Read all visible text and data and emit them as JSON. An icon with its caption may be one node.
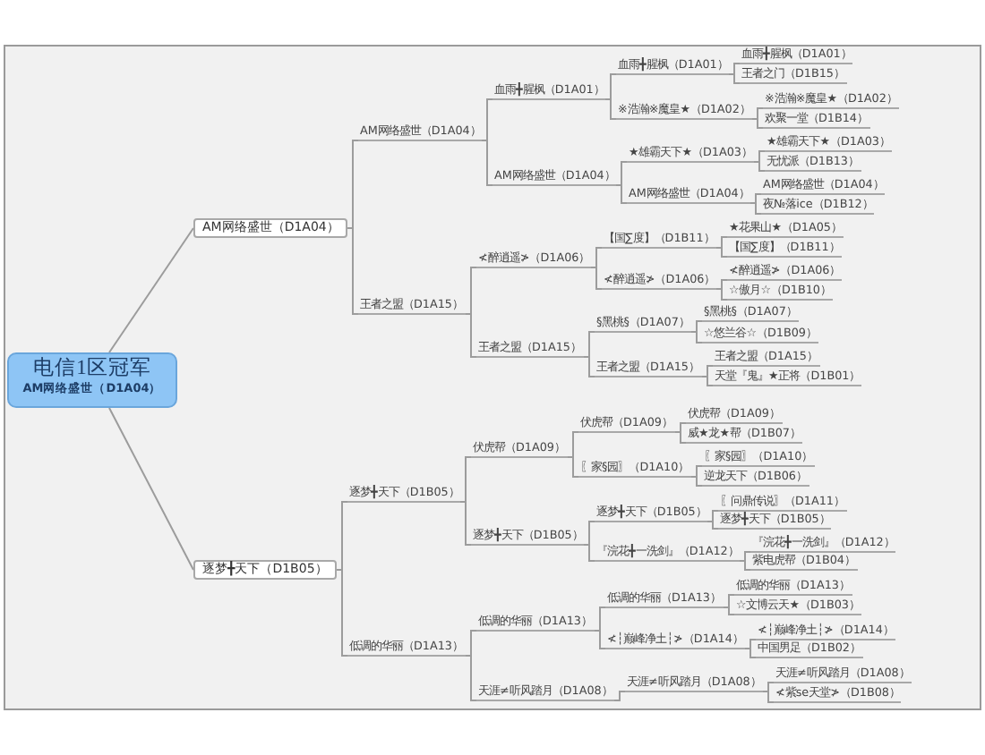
{
  "diagram": {
    "nodes": [
      {
        "text": [
          "电信1区冠军",
          "AM网络盛世（D1A04）"
        ]
      },
      {
        "text": [
          "AM网络盛世（D1A04）"
        ]
      },
      {
        "text": [
          "逐梦╋天下（D1B05）"
        ]
      },
      {
        "text": [
          "AM网络盛世（D1A04）"
        ]
      },
      {
        "text": [
          "王者之盟（D1A15）"
        ]
      },
      {
        "text": [
          "血雨╋腥枫（D1A01）"
        ]
      },
      {
        "text": [
          "AM网络盛世（D1A04）"
        ]
      },
      {
        "text": [
          "血雨╋腥枫（D1A01）"
        ]
      },
      {
        "text": [
          "※浩瀚※魔皇★（D1A02）"
        ]
      },
      {
        "text": [
          "血雨╋腥枫（D1A01）"
        ]
      },
      {
        "text": [
          "王者之门（D1B15）"
        ]
      },
      {
        "text": [
          "※浩瀚※魔皇★（D1A02）"
        ]
      },
      {
        "text": [
          "欢聚一堂（D1B14）"
        ]
      },
      {
        "text": [
          "★雄霸天下★（D1A03）"
        ]
      },
      {
        "text": [
          "AM网络盛世（D1A04）"
        ]
      },
      {
        "text": [
          "★雄霸天下★（D1A03）"
        ]
      },
      {
        "text": [
          "无忧派（D1B13）"
        ]
      },
      {
        "text": [
          "AM网络盛世（D1A04）"
        ]
      },
      {
        "text": [
          "夜№落ice（D1B12）"
        ]
      },
      {
        "text": [
          "≮醉逍遥≯（D1A06）"
        ]
      },
      {
        "text": [
          "王者之盟（D1A15）"
        ]
      },
      {
        "text": [
          "【国∑度】（D1B11）"
        ]
      },
      {
        "text": [
          "≮醉逍遥≯（D1A06）"
        ]
      },
      {
        "text": [
          "★花果山★（D1A05）"
        ]
      },
      {
        "text": [
          "【国∑度】（D1B11）"
        ]
      },
      {
        "text": [
          "≮醉逍遥≯（D1A06）"
        ]
      },
      {
        "text": [
          "☆傲月☆（D1B10）"
        ]
      },
      {
        "text": [
          "§黑桃§（D1A07）"
        ]
      },
      {
        "text": [
          "王者之盟（D1A15）"
        ]
      },
      {
        "text": [
          "§黑桃§（D1A07）"
        ]
      },
      {
        "text": [
          "☆悠兰谷☆（D1B09）"
        ]
      },
      {
        "text": [
          "王者之盟（D1A15）"
        ]
      },
      {
        "text": [
          "天堂『鬼』★正将（D1B01）"
        ]
      },
      {
        "text": [
          "逐梦╋天下（D1B05）"
        ]
      },
      {
        "text": [
          "低调的华丽（D1A13）"
        ]
      },
      {
        "text": [
          "伏虎帮（D1A09）"
        ]
      },
      {
        "text": [
          "逐梦╋天下（D1B05）"
        ]
      },
      {
        "text": [
          "伏虎帮（D1A09）"
        ]
      },
      {
        "text": [
          "〖家§园〗（D1A10）"
        ]
      },
      {
        "text": [
          "伏虎帮（D1A09）"
        ]
      },
      {
        "text": [
          "威★龙★帮（D1B07）"
        ]
      },
      {
        "text": [
          "〖家§园〗（D1A10）"
        ]
      },
      {
        "text": [
          "逆龙天下（D1B06）"
        ]
      },
      {
        "text": [
          "逐梦╋天下（D1B05）"
        ]
      },
      {
        "text": [
          "『浣花╋一洗剑』（D1A12）"
        ]
      },
      {
        "text": [
          "〖问鼎传说〗（D1A11）"
        ]
      },
      {
        "text": [
          "逐梦╋天下（D1B05）"
        ]
      },
      {
        "text": [
          "『浣花╋一洗剑』（D1A12）"
        ]
      },
      {
        "text": [
          "紫电虎帮（D1B04）"
        ]
      },
      {
        "text": [
          "低调的华丽（D1A13）"
        ]
      },
      {
        "text": [
          "天涯≠听风踏月（D1A08）"
        ]
      },
      {
        "text": [
          "低调的华丽（D1A13）"
        ]
      },
      {
        "text": [
          "≮┆巅峰净土┆≯（D1A14）"
        ]
      },
      {
        "text": [
          "低调的华丽（D1A13）"
        ]
      },
      {
        "text": [
          "☆文博云天★（D1B03）"
        ]
      },
      {
        "text": [
          "≮┆巅峰净土┆≯（D1A14）"
        ]
      },
      {
        "text": [
          "中国男足（D1B02）"
        ]
      },
      {
        "text": [
          "天涯≠听风踏月（D1A08）"
        ]
      },
      {
        "text": [
          "天涯≠听风踏月（D1A08）"
        ]
      },
      {
        "text": [
          "≮紫se天堂≯（D1B08）"
        ]
      }
    ],
    "edges": [
      {
        "from": 0,
        "to": 1,
        "arrow": "none"
      },
      {
        "from": 0,
        "to": 2,
        "arrow": "none"
      },
      {
        "from": 1,
        "to": 3,
        "arrow": "none"
      },
      {
        "from": 1,
        "to": 4,
        "arrow": "none"
      },
      {
        "from": 3,
        "to": 5,
        "arrow": "none"
      },
      {
        "from": 3,
        "to": 6,
        "arrow": "none"
      },
      {
        "from": 5,
        "to": 7,
        "arrow": "none"
      },
      {
        "from": 5,
        "to": 8,
        "arrow": "none"
      },
      {
        "from": 7,
        "to": 9,
        "arrow": "none"
      },
      {
        "from": 7,
        "to": 10,
        "arrow": "none"
      },
      {
        "from": 8,
        "to": 11,
        "arrow": "none"
      },
      {
        "from": 8,
        "to": 12,
        "arrow": "none"
      },
      {
        "from": 6,
        "to": 13,
        "arrow": "none"
      },
      {
        "from": 6,
        "to": 14,
        "arrow": "none"
      },
      {
        "from": 13,
        "to": 15,
        "arrow": "none"
      },
      {
        "from": 13,
        "to": 16,
        "arrow": "none"
      },
      {
        "from": 14,
        "to": 17,
        "arrow": "none"
      },
      {
        "from": 14,
        "to": 18,
        "arrow": "none"
      },
      {
        "from": 4,
        "to": 19,
        "arrow": "none"
      },
      {
        "from": 4,
        "to": 20,
        "arrow": "none"
      },
      {
        "from": 19,
        "to": 21,
        "arrow": "none"
      },
      {
        "from": 19,
        "to": 22,
        "arrow": "none"
      },
      {
        "from": 21,
        "to": 23,
        "arrow": "none"
      },
      {
        "from": 21,
        "to": 24,
        "arrow": "none"
      },
      {
        "from": 22,
        "to": 25,
        "arrow": "none"
      },
      {
        "from": 22,
        "to": 26,
        "arrow": "none"
      },
      {
        "from": 20,
        "to": 27,
        "arrow": "none"
      },
      {
        "from": 20,
        "to": 28,
        "arrow": "none"
      },
      {
        "from": 27,
        "to": 29,
        "arrow": "none"
      },
      {
        "from": 27,
        "to": 30,
        "arrow": "none"
      },
      {
        "from": 28,
        "to": 31,
        "arrow": "none"
      },
      {
        "from": 28,
        "to": 32,
        "arrow": "none"
      },
      {
        "from": 2,
        "to": 33,
        "arrow": "none"
      },
      {
        "from": 2,
        "to": 34,
        "arrow": "none"
      },
      {
        "from": 33,
        "to": 35,
        "arrow": "none"
      },
      {
        "from": 33,
        "to": 36,
        "arrow": "none"
      },
      {
        "from": 35,
        "to": 37,
        "arrow": "none"
      },
      {
        "from": 35,
        "to": 38,
        "arrow": "none"
      },
      {
        "from": 37,
        "to": 39,
        "arrow": "none"
      },
      {
        "from": 37,
        "to": 40,
        "arrow": "none"
      },
      {
        "from": 38,
        "to": 41,
        "arrow": "none"
      },
      {
        "from": 38,
        "to": 42,
        "arrow": "none"
      },
      {
        "from": 36,
        "to": 43,
        "arrow": "none"
      },
      {
        "from": 36,
        "to": 44,
        "arrow": "none"
      },
      {
        "from": 43,
        "to": 45,
        "arrow": "none"
      },
      {
        "from": 43,
        "to": 46,
        "arrow": "none"
      },
      {
        "from": 44,
        "to": 47,
        "arrow": "none"
      },
      {
        "from": 44,
        "to": 48,
        "arrow": "none"
      },
      {
        "from": 34,
        "to": 49,
        "arrow": "none"
      },
      {
        "from": 34,
        "to": 50,
        "arrow": "none"
      },
      {
        "from": 49,
        "to": 51,
        "arrow": "none"
      },
      {
        "from": 49,
        "to": 52,
        "arrow": "none"
      },
      {
        "from": 51,
        "to": 53,
        "arrow": "none"
      },
      {
        "from": 51,
        "to": 54,
        "arrow": "none"
      },
      {
        "from": 52,
        "to": 55,
        "arrow": "none"
      },
      {
        "from": 52,
        "to": 56,
        "arrow": "none"
      },
      {
        "from": 50,
        "to": 57,
        "arrow": "none"
      },
      {
        "from": 57,
        "to": 58,
        "arrow": "none"
      },
      {
        "from": 57,
        "to": 59,
        "arrow": "none"
      }
    ]
  }
}
